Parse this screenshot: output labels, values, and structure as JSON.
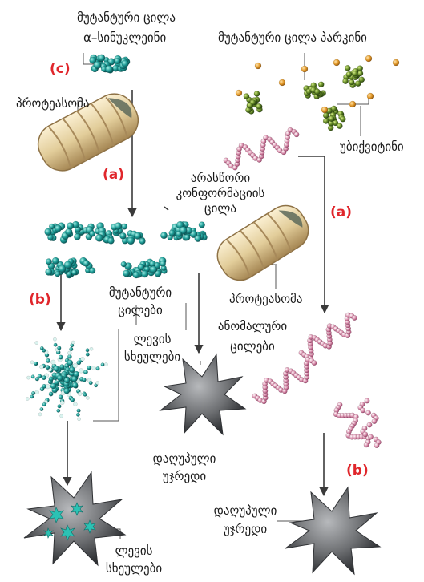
{
  "labels": {
    "mutant_protein_top": "მუტანტური ცილა",
    "alpha_synuclein": "α–სინუკლეინი",
    "mutant_parkin": "მუტანტური ცილა პარკინი",
    "proteasome_1": "პროტეასომა",
    "ubiquitin": "უბიქვიტინი",
    "misfolded_1": "არასწორი",
    "misfolded_2": "კონფორმაციის",
    "misfolded_3": "ცილა",
    "mutant_proteins_1": "მუტანტური",
    "mutant_proteins_2": "ცილები",
    "proteasome_2": "პროტეასომა",
    "abnormal_1": "ანომალური",
    "abnormal_2": "ცილები",
    "lewy_1a": "ლევის",
    "lewy_1b": "სხეულები",
    "damaged_1a": "დაღუპული",
    "damaged_1b": "უჯრედი",
    "damaged_2a": "დაღუპული",
    "damaged_2b": "უჯრედი",
    "lewy_2a": "ლევის",
    "lewy_2b": "სხეულები"
  },
  "tags": {
    "c": "(c)",
    "a_left": "(a)",
    "a_right": "(a)",
    "b_left": "(b)",
    "b_right": "(b)"
  },
  "colors": {
    "tag_red": "#e0262b",
    "alpha_syn_teal": "#1f9e98",
    "parkin_green": "#6a8f2a",
    "ubiquitin_orange": "#e39a2a",
    "misfolded_pink": "#d98aa7",
    "proteasome_tan": "#e2cd9a",
    "neuron_gray": "#6d6f72"
  },
  "icons": [
    "proteasome-icon",
    "alpha-synuclein-cluster-icon",
    "parkin-cluster-icon",
    "ubiquitin-dot-icon",
    "misfolded-protein-chain-icon",
    "lewy-body-aggregate-icon",
    "neuron-cell-icon"
  ]
}
